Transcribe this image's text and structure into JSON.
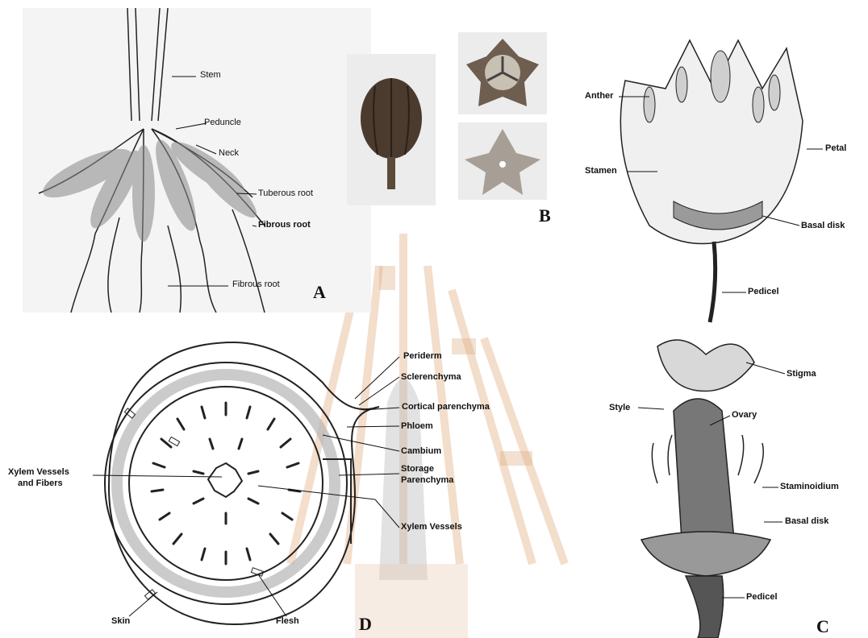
{
  "figure_letters": {
    "a": "A",
    "b": "B",
    "c": "C",
    "d": "D"
  },
  "panel_a": {
    "labels": {
      "stem": "Stem",
      "peduncle": "Peduncle",
      "neck": "Neck",
      "tuberous_root": "Tuberous root",
      "fibrous_root_1": "Fibrous root",
      "fibrous_root_2": "Fibrous root"
    }
  },
  "panel_c": {
    "labels": {
      "anther": "Anther",
      "petal": "Petal",
      "stamen": "Stamen",
      "basal_disk_1": "Basal disk",
      "pedicel_1": "Pedicel",
      "stigma": "Stigma",
      "style": "Style",
      "ovary": "Ovary",
      "staminoidium": "Staminoidium",
      "basal_disk_2": "Basal disk",
      "pedicel_2": "Pedicel"
    }
  },
  "panel_d": {
    "labels": {
      "periderm": "Periderm",
      "sclerenchyma": "Sclerenchyma",
      "cortical_parenchyma": "Cortical parenchyma",
      "phloem": "Phloem",
      "cambium": "Cambium",
      "storage_parenchyma_1": "Storage",
      "storage_parenchyma_2": "Parenchyma",
      "xylem_vessels_fibers_1": "Xylem Vessels",
      "xylem_vessels_fibers_2": "and Fibers",
      "xylem_vessels": "Xylem Vessels",
      "skin": "Skin",
      "flesh": "Flesh"
    }
  },
  "colors": {
    "watermark": "#e9c9b0",
    "ink": "#111111",
    "photo_bg": "#eeeeee"
  }
}
